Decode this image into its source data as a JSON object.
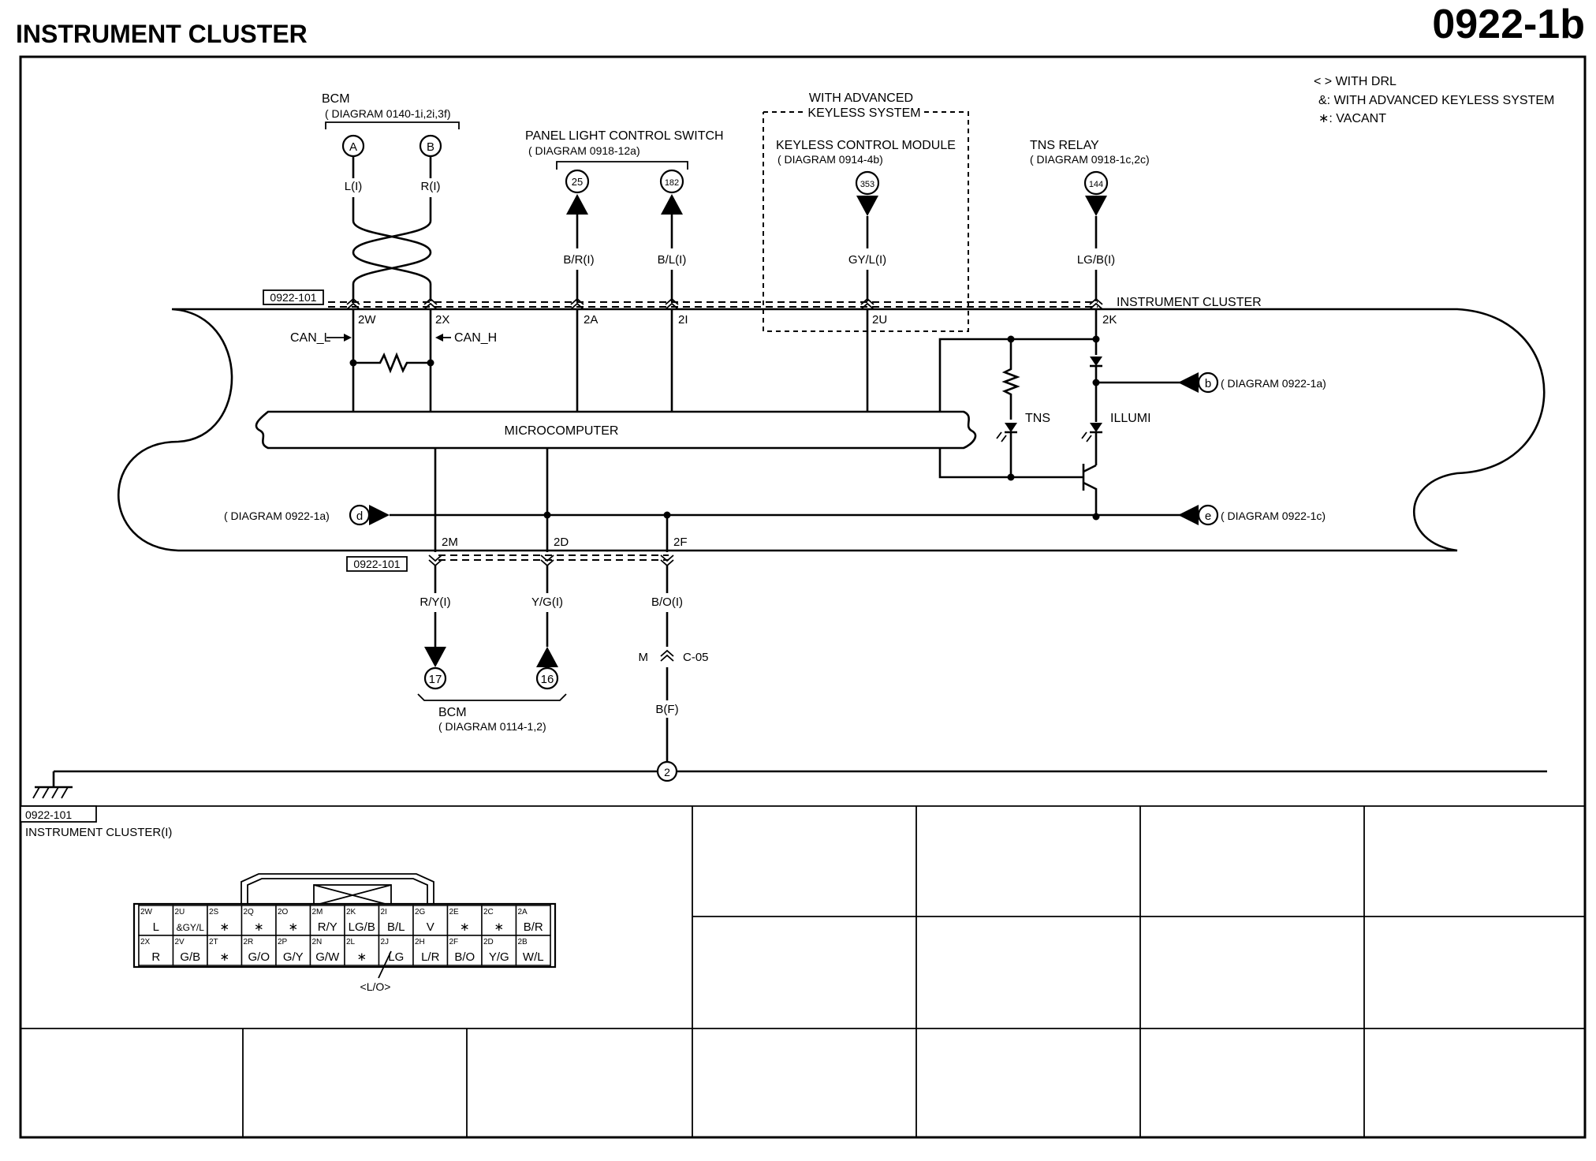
{
  "header": {
    "title": "INSTRUMENT CLUSTER",
    "diagram_no": "0922-1b"
  },
  "legend": [
    "< > WITH DRL",
    "&: WITH ADVANCED KEYLESS SYSTEM",
    "∗: VACANT"
  ],
  "top_components": {
    "bcm": {
      "name": "BCM",
      "ref": "( DIAGRAM 0140-1i,2i,3f)",
      "a": "A",
      "b": "B",
      "wire_a": "L(I)",
      "wire_b": "R(I)"
    },
    "panel": {
      "name": "PANEL LIGHT CONTROL SWITCH",
      "ref": "( DIAGRAM 0918-12a)",
      "c1": "25",
      "c2": "182",
      "wire1": "B/R(I)",
      "wire2": "B/L(I)"
    },
    "keyless": {
      "box": "WITH ADVANCED",
      "box2": "KEYLESS SYSTEM",
      "name": "KEYLESS CONTROL MODULE",
      "ref": "( DIAGRAM 0914-4b)",
      "c": "353",
      "wire": "GY/L(I)"
    },
    "tns": {
      "name": "TNS RELAY",
      "ref": "( DIAGRAM 0918-1c,2c)",
      "c": "144",
      "wire": "LG/B(I)"
    }
  },
  "cluster": {
    "label": "INSTRUMENT CLUSTER",
    "connector_ref": "0922-101",
    "pins_top": [
      "2W",
      "2X",
      "2A",
      "2I",
      "2U",
      "2K"
    ],
    "can_l": "CAN_L",
    "can_h": "CAN_H",
    "micro": "MICROCOMPUTER",
    "tns": "TNS",
    "illumi": "ILLUMI",
    "b": "b",
    "b_ref": "( DIAGRAM 0922-1a)",
    "d": "d",
    "d_ref": "( DIAGRAM 0922-1a)",
    "e": "e",
    "e_ref": "( DIAGRAM 0922-1c)",
    "pins_bottom": [
      "2M",
      "2D",
      "2F"
    ],
    "connector_ref_bottom": "0922-101"
  },
  "bottom_components": {
    "wire_2m": "R/Y(I)",
    "wire_2d": "Y/G(I)",
    "wire_2f": "B/O(I)",
    "c17": "17",
    "c16": "16",
    "bcm": "BCM",
    "bcm_ref": "( DIAGRAM 0114-1,2)",
    "m": "M",
    "c05": "C-05",
    "wire_f": "B(F)",
    "ground": "2"
  },
  "connector_table": {
    "ref": "0922-101",
    "name": "INSTRUMENT CLUSTER(I)",
    "row1": [
      {
        "pin": "2W",
        "wire": "L"
      },
      {
        "pin": "2U",
        "wire": "&GY/L"
      },
      {
        "pin": "2S",
        "wire": "∗"
      },
      {
        "pin": "2Q",
        "wire": "∗"
      },
      {
        "pin": "2O",
        "wire": "∗"
      },
      {
        "pin": "2M",
        "wire": "R/Y"
      },
      {
        "pin": "2K",
        "wire": "LG/B"
      },
      {
        "pin": "2I",
        "wire": "B/L"
      },
      {
        "pin": "2G",
        "wire": "V"
      },
      {
        "pin": "2E",
        "wire": "∗"
      },
      {
        "pin": "2C",
        "wire": "∗"
      },
      {
        "pin": "2A",
        "wire": "B/R"
      }
    ],
    "row2": [
      {
        "pin": "2X",
        "wire": "R"
      },
      {
        "pin": "2V",
        "wire": "G/B"
      },
      {
        "pin": "2T",
        "wire": "∗"
      },
      {
        "pin": "2R",
        "wire": "G/O"
      },
      {
        "pin": "2P",
        "wire": "G/Y"
      },
      {
        "pin": "2N",
        "wire": "G/W"
      },
      {
        "pin": "2L",
        "wire": "∗"
      },
      {
        "pin": "2J",
        "wire": "LG"
      },
      {
        "pin": "2H",
        "wire": "L/R"
      },
      {
        "pin": "2F",
        "wire": "B/O"
      },
      {
        "pin": "2D",
        "wire": "Y/G"
      },
      {
        "pin": "2B",
        "wire": "W/L"
      }
    ],
    "drl_note": "<L/O>"
  }
}
